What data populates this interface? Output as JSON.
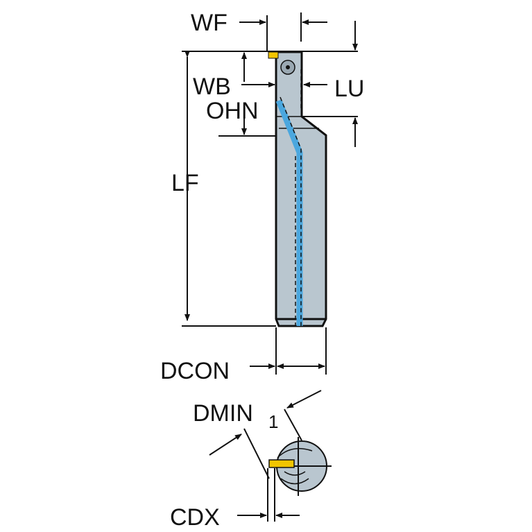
{
  "labels": {
    "wf": "WF",
    "wb": "WB",
    "lu": "LU",
    "ohn": "OHN",
    "lf": "LF",
    "dcon": "DCON",
    "dmin": "DMIN",
    "dmin_sub": "1",
    "cdx": "CDX"
  },
  "colors": {
    "body": "#b9c6cf",
    "coolant": "#4ba7de",
    "insert": "#f2c500",
    "line": "#111111"
  }
}
